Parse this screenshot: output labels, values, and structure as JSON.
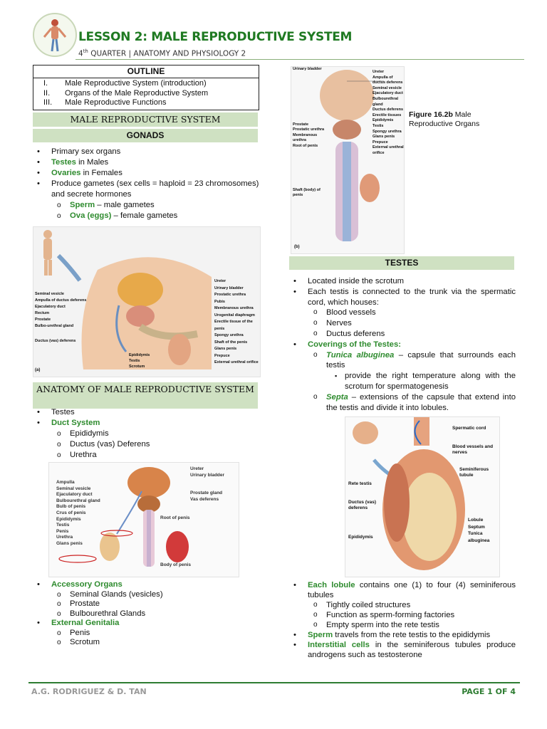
{
  "header": {
    "title": "LESSON 2: MALE REPRODUCTIVE SYSTEM",
    "subtitle_ordinal": "4",
    "subtitle_sup": "th",
    "subtitle_rest": " QUARTER | ANATOMY AND PHYSIOLOGY 2"
  },
  "outline": {
    "heading": "OUTLINE",
    "items": [
      {
        "num": "I.",
        "text": "Male Reproductive System (introduction)"
      },
      {
        "num": "II.",
        "text": "Organs of the Male Reproductive System"
      },
      {
        "num": "III.",
        "text": "Male Reproductive Functions"
      }
    ]
  },
  "section1": {
    "heading": "MALE REPRODUCTIVE SYSTEM",
    "subheading": "GONADS",
    "b1": "Primary sex organs",
    "b2_green": "Testes",
    "b2_rest": " in Males",
    "b3_green": "Ovaries",
    "b3_rest": " in Females",
    "b4": "Produce gametes (sex cells = haploid = 23 chromosomes) and secrete hormones",
    "s1_green": "Sperm",
    "s1_rest": " – male gametes",
    "s2_green": "Ova (eggs)",
    "s2_rest": " – female gametes"
  },
  "figure_a": {
    "labels_left": [
      "Seminal vesicle",
      "Ampulla of ductus deferens",
      "Ejaculatory duct",
      "Rectum",
      "Prostate",
      "Bulbo-urethral gland",
      "Ductus (vas) deferens"
    ],
    "labels_right": [
      "Ureter",
      "Urinary bladder",
      "Prostatic urethra",
      "Pubis",
      "Membranous urethra",
      "Urogenital diaphragm",
      "Erectile tissue of the penis",
      "Spongy urethra",
      "Shaft of the penis",
      "Glans penis",
      "Prepuce",
      "External urethral orifice"
    ],
    "labels_bottom": [
      "Epididymis",
      "Testis",
      "Scrotum"
    ],
    "tag": "(a)"
  },
  "section2": {
    "heading": "ANATOMY OF MALE REPRODUCTIVE SYSTEM",
    "i1": "Testes",
    "i2": "Duct System",
    "d1": "Epididymis",
    "d2": "Ductus (vas) Deferens",
    "d3": "Urethra"
  },
  "figure_duct": {
    "labels_left": [
      "Ampulla",
      "Seminal vesicle",
      "Ejaculatory duct",
      "Bulbourethral gland",
      "Bulb of penis",
      "Crus of penis",
      "Epididymis",
      "Testis",
      "Penis",
      "Urethra",
      "Glans penis"
    ],
    "labels_right": [
      "Ureter",
      "Urinary bladder",
      "Prostate gland",
      "Vas deferens",
      "Root of penis",
      "Body of penis"
    ]
  },
  "section3": {
    "acc": "Accessory Organs",
    "a1": "Seminal Glands (vesicles)",
    "a2": "Prostate",
    "a3": "Bulbourethral Glands",
    "ext": "External Genitalia",
    "e1": "Penis",
    "e2": "Scrotum"
  },
  "figure_b": {
    "labels_left": [
      "Urinary bladder",
      "Prostate",
      "Prostatic urethra",
      "Membranous urethra",
      "Root of penis",
      "Shaft (body) of penis"
    ],
    "labels_right": [
      "Ureter",
      "Ampulla of ductus deferens",
      "Seminal vesicle",
      "Ejaculatory duct",
      "Bulbourethral gland",
      "Ductus deferens",
      "Erectile tissues",
      "Epididymis",
      "Testis",
      "Spongy urethra",
      "Glans penis",
      "Prepuce",
      "External urethral orifice"
    ],
    "tag": "(b)",
    "caption_bold": "Figure 16.2b",
    "caption_rest": " Male Reproductive Organs"
  },
  "testes": {
    "heading": "TESTES",
    "t1": "Located inside the scrotum",
    "t2": "Each testis is connected to the trunk via the spermatic cord, which houses:",
    "t2a": "Blood vessels",
    "t2b": "Nerves",
    "t2c": "Ductus deferens",
    "t3": "Coverings of the Testes:",
    "c1_green": "Tunica albuginea",
    "c1_rest": " – capsule that surrounds each testis",
    "c1a": "provide the right temperature along with the scrotum for spermatogenesis",
    "c2_green": "Septa",
    "c2_rest": " – extensions of the capsule that extend into the testis and divide it into lobules."
  },
  "figure_testis": {
    "labels_left": [
      "Rete testis",
      "Ductus (vas) deferens",
      "Epididymis"
    ],
    "labels_right": [
      "Spermatic cord",
      "Blood vessels and nerves",
      "Seminiferous tubule",
      "Lobule",
      "Septum",
      "Tunica albuginea"
    ]
  },
  "lobules": {
    "l1_green": "Each lobule",
    "l1_rest": " contains one (1) to four (4) seminiferous tubules",
    "l1a": "Tightly coiled structures",
    "l1b": "Function as sperm-forming factories",
    "l1c": "Empty sperm into the rete testis",
    "l2_green": "Sperm",
    "l2_rest": " travels from the rete testis to the epididymis",
    "l3_green": "Interstitial cells",
    "l3_rest": " in the seminiferous tubules produce androgens such as testosterone"
  },
  "footer": {
    "left": "A.G. RODRIGUEZ & D. TAN",
    "right": "PAGE 1 OF 4"
  },
  "colors": {
    "accent_green": "#2e8b2e",
    "band": "#cfe1c2",
    "title_green": "#1f7a22"
  }
}
